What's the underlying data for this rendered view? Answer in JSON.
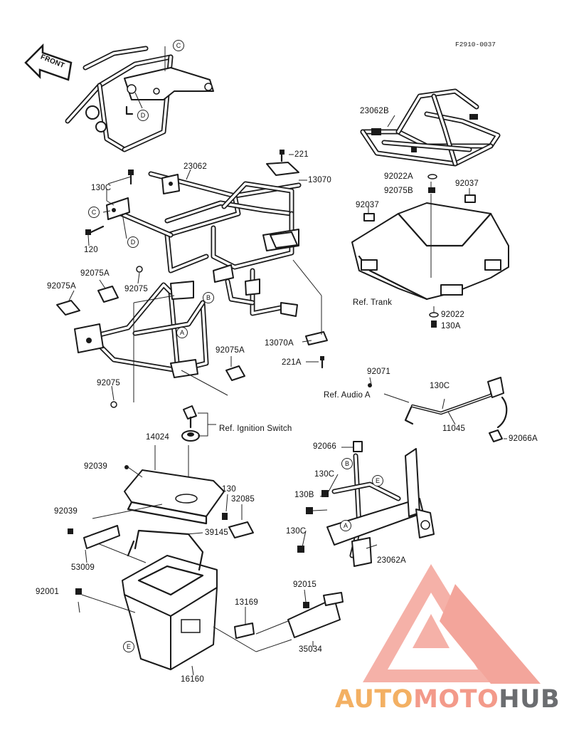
{
  "diagram": {
    "code": "F2910-0037",
    "front_label": "FRONT",
    "parts": [
      {
        "id": "p-23062B",
        "label": "23062B"
      },
      {
        "id": "p-221",
        "label": "221"
      },
      {
        "id": "p-23062",
        "label": "23062"
      },
      {
        "id": "p-13070",
        "label": "13070"
      },
      {
        "id": "p-130C-a",
        "label": "130C"
      },
      {
        "id": "p-92022A",
        "label": "92022A"
      },
      {
        "id": "p-92075B",
        "label": "92075B"
      },
      {
        "id": "p-92037-a",
        "label": "92037"
      },
      {
        "id": "p-92037-b",
        "label": "92037"
      },
      {
        "id": "p-120",
        "label": "120"
      },
      {
        "id": "p-92075A-a",
        "label": "92075A"
      },
      {
        "id": "p-92075A-b",
        "label": "92075A"
      },
      {
        "id": "p-92075-a",
        "label": "92075"
      },
      {
        "id": "p-ref-trank",
        "label": "Ref. Trank"
      },
      {
        "id": "p-92022",
        "label": "92022"
      },
      {
        "id": "p-130A",
        "label": "130A"
      },
      {
        "id": "p-13070A",
        "label": "13070A"
      },
      {
        "id": "p-92075A-c",
        "label": "92075A"
      },
      {
        "id": "p-221A",
        "label": "221A"
      },
      {
        "id": "p-92071",
        "label": "92071"
      },
      {
        "id": "p-ref-audio",
        "label": "Ref. Audio  A"
      },
      {
        "id": "p-130C-b",
        "label": "130C"
      },
      {
        "id": "p-92075-b",
        "label": "92075"
      },
      {
        "id": "p-11045",
        "label": "11045"
      },
      {
        "id": "p-ref-ignition",
        "label": "Ref. Ignition Switch"
      },
      {
        "id": "p-14024",
        "label": "14024"
      },
      {
        "id": "p-92066",
        "label": "92066"
      },
      {
        "id": "p-92066A",
        "label": "92066A"
      },
      {
        "id": "p-92039-a",
        "label": "92039"
      },
      {
        "id": "p-130C-c",
        "label": "130C"
      },
      {
        "id": "p-130",
        "label": "130"
      },
      {
        "id": "p-32085",
        "label": "32085"
      },
      {
        "id": "p-130B",
        "label": "130B"
      },
      {
        "id": "p-92039-b",
        "label": "92039"
      },
      {
        "id": "p-39145",
        "label": "39145"
      },
      {
        "id": "p-130C-d",
        "label": "130C"
      },
      {
        "id": "p-53009",
        "label": "53009"
      },
      {
        "id": "p-23062A",
        "label": "23062A"
      },
      {
        "id": "p-92001",
        "label": "92001"
      },
      {
        "id": "p-92015",
        "label": "92015"
      },
      {
        "id": "p-13169",
        "label": "13169"
      },
      {
        "id": "p-35034",
        "label": "35034"
      },
      {
        "id": "p-16160",
        "label": "16160"
      }
    ],
    "markers": [
      "C",
      "D",
      "C",
      "D",
      "B",
      "A",
      "B",
      "E",
      "A",
      "E"
    ]
  },
  "watermark": {
    "part1": "AUTO",
    "part2": "MOTO",
    "part3": "HUB",
    "colors": {
      "orange": "#f3b063",
      "salmon": "#f39a8a",
      "gray": "#6b6d70"
    }
  }
}
